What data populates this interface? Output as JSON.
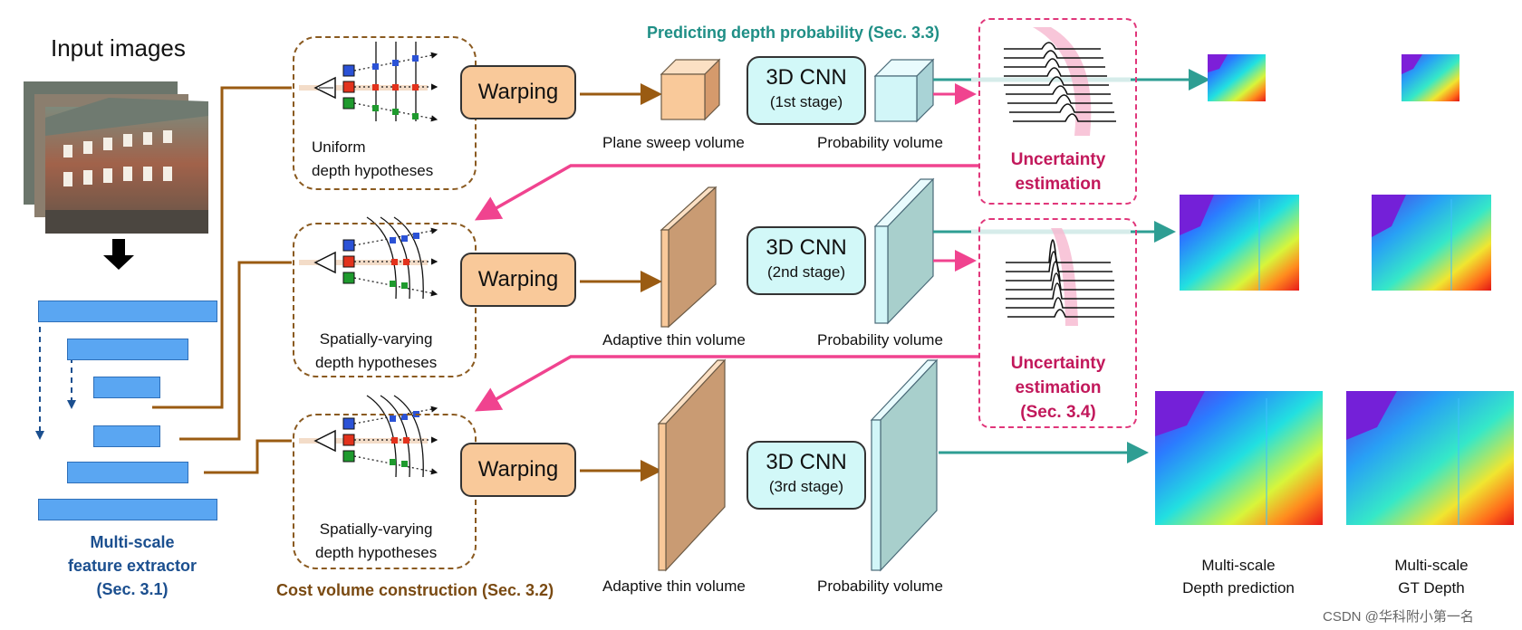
{
  "input": {
    "title": "Input images"
  },
  "extractor": {
    "line1": "Multi-scale",
    "line2": "feature extractor",
    "line3": "(Sec. 3.1)"
  },
  "hypotheses": {
    "uniform_line1": "Uniform",
    "uniform_line2": "depth hypotheses",
    "varying_line1": "Spatially-varying",
    "varying_line2": "depth hypotheses"
  },
  "warping_label": "Warping",
  "cost_volume_label": "Cost volume construction (Sec. 3.2)",
  "volumes": {
    "plane_sweep": "Plane sweep volume",
    "adaptive_thin": "Adaptive thin volume",
    "probability": "Probability volume"
  },
  "cnn": {
    "title": "3D CNN",
    "stage1": "(1st stage)",
    "stage2": "(2nd stage)",
    "stage3": "(3rd stage)"
  },
  "predicting_header": "Predicting depth probability (Sec. 3.3)",
  "uncertainty": {
    "line1": "Uncertainty",
    "line2": "estimation",
    "line3": "(Sec. 3.4)"
  },
  "outputs": {
    "pred_line1": "Multi-scale",
    "pred_line2": "Depth prediction",
    "gt_line1": "Multi-scale",
    "gt_line2": "GT Depth"
  },
  "watermark": "CSDN @华科附小第一名",
  "colors": {
    "brown_arrow": "#9a5b12",
    "pink_arrow": "#f0438f",
    "teal_arrow": "#2e9e93",
    "feature_block": "#5aa6f2",
    "warping_fill": "#f9c99a",
    "cnn_fill": "#d2f8f8"
  }
}
